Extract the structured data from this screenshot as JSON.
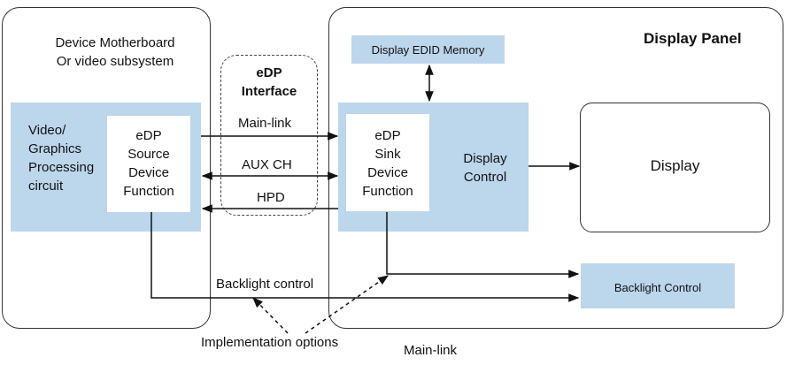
{
  "left_panel": {
    "title_line1": "Device Motherboard",
    "title_line2": "Or video subsystem"
  },
  "video_block": {
    "line1": "Video/",
    "line2": "Graphics",
    "line3": "Processing",
    "line4": "circuit"
  },
  "source_block": {
    "line1": "eDP",
    "line2": "Source",
    "line3": "Device",
    "line4": "Function"
  },
  "interface": {
    "line1": "eDP",
    "line2": "Interface"
  },
  "signals": {
    "main_link": "Main-link",
    "aux": "AUX CH",
    "hpd": "HPD"
  },
  "right_panel": {
    "title": "Display Panel"
  },
  "edid": {
    "label": "Display EDID Memory"
  },
  "sink_block": {
    "line1": "eDP",
    "line2": "Sink",
    "line3": "Device",
    "line4": "Function"
  },
  "display_control": {
    "line1": "Display",
    "line2": "Control"
  },
  "display": {
    "label": "Display"
  },
  "backlight": {
    "box_label": "Backlight Control",
    "wire_label": "Backlight control"
  },
  "footer": {
    "implementation": "Implementation options",
    "main_link": "Main-link"
  },
  "colors": {
    "block_fill": "#bcd6ec",
    "line": "#111111"
  }
}
